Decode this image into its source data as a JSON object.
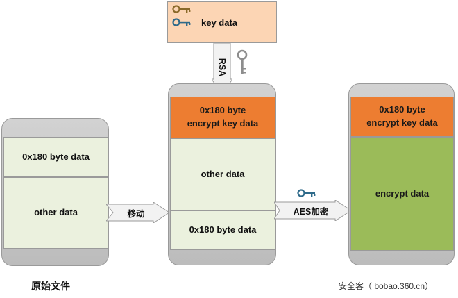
{
  "key_box": {
    "label": "key data"
  },
  "rsa_arrow": {
    "label": "RSA"
  },
  "original_file": {
    "segments": [
      "0x180 byte data",
      "other data"
    ],
    "caption": "原始文件"
  },
  "move_arrow": {
    "label": "移动"
  },
  "intermediate_file": {
    "header_line1": "0x180 byte",
    "header_line2": "encrypt key data",
    "middle": "other data",
    "bottom": "0x180 byte data"
  },
  "aes_arrow": {
    "label": "AES加密"
  },
  "encrypted_file": {
    "header_line1": "0x180 byte",
    "header_line2": "encrypt key data",
    "body": "encrypt data"
  },
  "watermark": "安全客（ bobao.360.cn）",
  "colors": {
    "orange": "#ed7d31",
    "green": "#9bbb59",
    "light_green": "#ebf1de",
    "peach": "#fcd5b4",
    "gray": "#c8c8c8"
  },
  "icons": [
    "gold-key-icon",
    "blue-key-icon",
    "silver-key-icon"
  ]
}
